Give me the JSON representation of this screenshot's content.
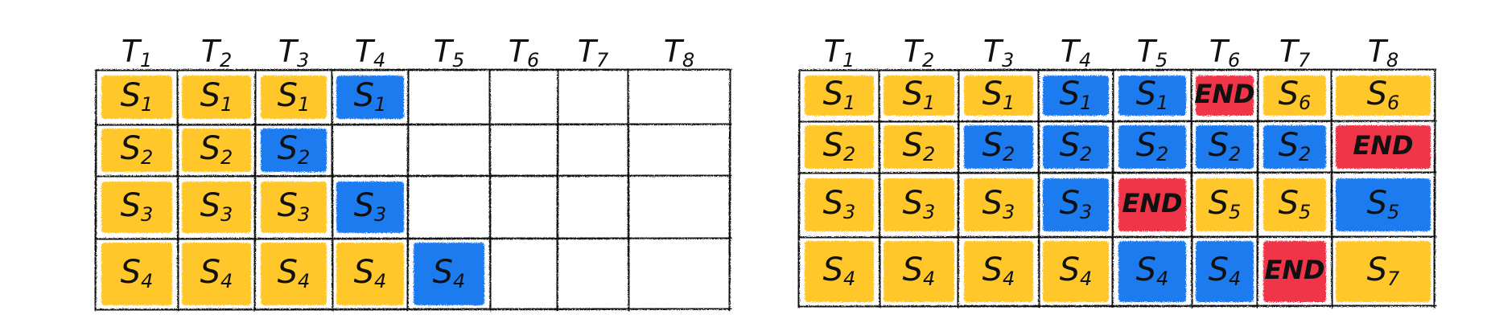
{
  "colors": {
    "yellow": "#FFC72C",
    "blue": "#1E7BEF",
    "red": "#F0364A",
    "line": "#111111"
  },
  "panels": [
    {
      "id": "left",
      "headers": [
        {
          "base": "T",
          "sub": "1"
        },
        {
          "base": "T",
          "sub": "2"
        },
        {
          "base": "T",
          "sub": "3"
        },
        {
          "base": "T",
          "sub": "4"
        },
        {
          "base": "T",
          "sub": "5"
        },
        {
          "base": "T",
          "sub": "6"
        },
        {
          "base": "T",
          "sub": "7"
        },
        {
          "base": "T",
          "sub": "8"
        }
      ],
      "rows": [
        [
          {
            "base": "S",
            "sub": "1",
            "color": "yellow"
          },
          {
            "base": "S",
            "sub": "1",
            "color": "yellow"
          },
          {
            "base": "S",
            "sub": "1",
            "color": "yellow"
          },
          {
            "base": "S",
            "sub": "1",
            "color": "blue"
          },
          null,
          null,
          null,
          null
        ],
        [
          {
            "base": "S",
            "sub": "2",
            "color": "yellow"
          },
          {
            "base": "S",
            "sub": "2",
            "color": "yellow"
          },
          {
            "base": "S",
            "sub": "2",
            "color": "blue"
          },
          null,
          null,
          null,
          null,
          null
        ],
        [
          {
            "base": "S",
            "sub": "3",
            "color": "yellow"
          },
          {
            "base": "S",
            "sub": "3",
            "color": "yellow"
          },
          {
            "base": "S",
            "sub": "3",
            "color": "yellow"
          },
          {
            "base": "S",
            "sub": "3",
            "color": "blue"
          },
          null,
          null,
          null,
          null
        ],
        [
          {
            "base": "S",
            "sub": "4",
            "color": "yellow"
          },
          {
            "base": "S",
            "sub": "4",
            "color": "yellow"
          },
          {
            "base": "S",
            "sub": "4",
            "color": "yellow"
          },
          {
            "base": "S",
            "sub": "4",
            "color": "yellow"
          },
          {
            "base": "S",
            "sub": "4",
            "color": "blue"
          },
          null,
          null,
          null
        ]
      ]
    },
    {
      "id": "right",
      "headers": [
        {
          "base": "T",
          "sub": "1"
        },
        {
          "base": "T",
          "sub": "2"
        },
        {
          "base": "T",
          "sub": "3"
        },
        {
          "base": "T",
          "sub": "4"
        },
        {
          "base": "T",
          "sub": "5"
        },
        {
          "base": "T",
          "sub": "6"
        },
        {
          "base": "T",
          "sub": "7"
        },
        {
          "base": "T",
          "sub": "8"
        }
      ],
      "rows": [
        [
          {
            "base": "S",
            "sub": "1",
            "color": "yellow"
          },
          {
            "base": "S",
            "sub": "1",
            "color": "yellow"
          },
          {
            "base": "S",
            "sub": "1",
            "color": "yellow"
          },
          {
            "base": "S",
            "sub": "1",
            "color": "blue"
          },
          {
            "base": "S",
            "sub": "1",
            "color": "blue"
          },
          {
            "base": "END",
            "sub": "",
            "color": "red"
          },
          {
            "base": "S",
            "sub": "6",
            "color": "yellow"
          },
          {
            "base": "S",
            "sub": "6",
            "color": "yellow"
          }
        ],
        [
          {
            "base": "S",
            "sub": "2",
            "color": "yellow"
          },
          {
            "base": "S",
            "sub": "2",
            "color": "yellow"
          },
          {
            "base": "S",
            "sub": "2",
            "color": "blue"
          },
          {
            "base": "S",
            "sub": "2",
            "color": "blue"
          },
          {
            "base": "S",
            "sub": "2",
            "color": "blue"
          },
          {
            "base": "S",
            "sub": "2",
            "color": "blue"
          },
          {
            "base": "S",
            "sub": "2",
            "color": "blue"
          },
          {
            "base": "END",
            "sub": "",
            "color": "red"
          }
        ],
        [
          {
            "base": "S",
            "sub": "3",
            "color": "yellow"
          },
          {
            "base": "S",
            "sub": "3",
            "color": "yellow"
          },
          {
            "base": "S",
            "sub": "3",
            "color": "yellow"
          },
          {
            "base": "S",
            "sub": "3",
            "color": "blue"
          },
          {
            "base": "END",
            "sub": "",
            "color": "red"
          },
          {
            "base": "S",
            "sub": "5",
            "color": "yellow"
          },
          {
            "base": "S",
            "sub": "5",
            "color": "yellow"
          },
          {
            "base": "S",
            "sub": "5",
            "color": "blue"
          }
        ],
        [
          {
            "base": "S",
            "sub": "4",
            "color": "yellow"
          },
          {
            "base": "S",
            "sub": "4",
            "color": "yellow"
          },
          {
            "base": "S",
            "sub": "4",
            "color": "yellow"
          },
          {
            "base": "S",
            "sub": "4",
            "color": "yellow"
          },
          {
            "base": "S",
            "sub": "4",
            "color": "blue"
          },
          {
            "base": "S",
            "sub": "4",
            "color": "blue"
          },
          {
            "base": "END",
            "sub": "",
            "color": "red"
          },
          {
            "base": "S",
            "sub": "7",
            "color": "yellow"
          }
        ]
      ]
    }
  ]
}
